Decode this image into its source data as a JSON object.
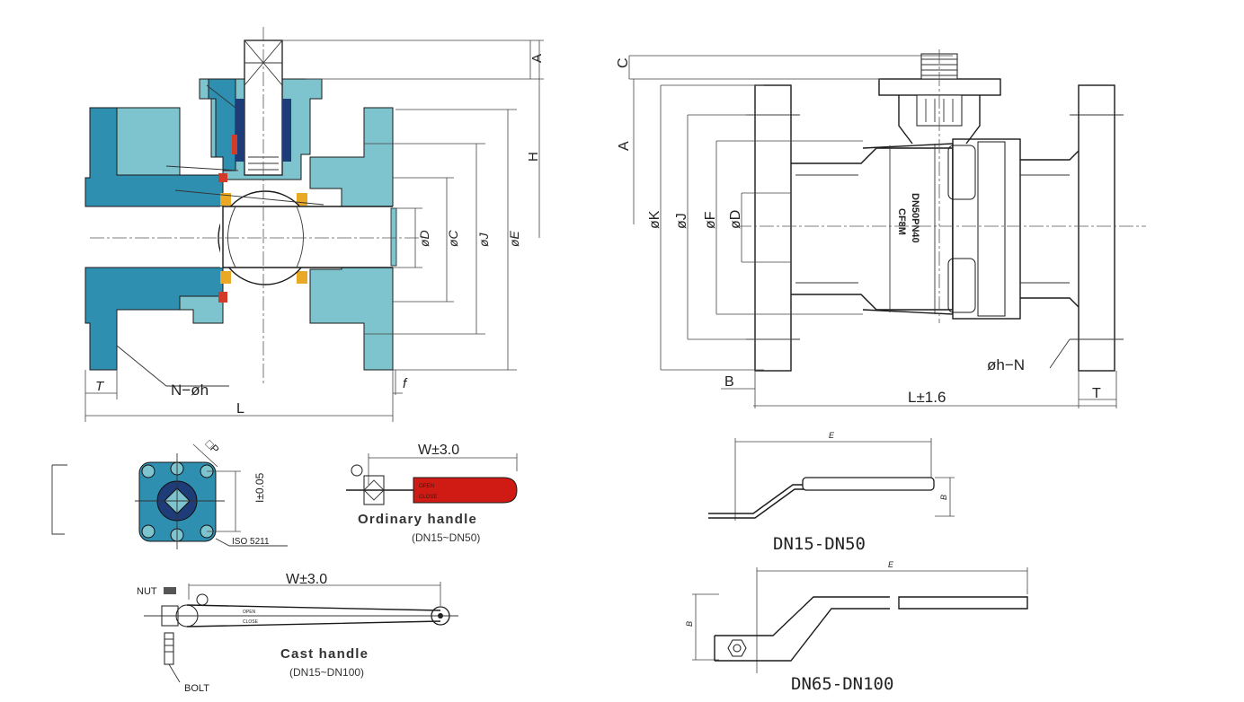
{
  "left_section": {
    "dim_A": "A",
    "dim_H": "H",
    "dim_D": "øD",
    "dim_C": "øC",
    "dim_J": "øJ",
    "dim_E": "øE",
    "dim_T": "T",
    "dim_Nh": "N−øh",
    "dim_f": "f",
    "dim_L": "L"
  },
  "iso_detail": {
    "dim_P": "□P",
    "dim_I": "I±0.05",
    "iso_label": "ISO 5211"
  },
  "ordinary_handle": {
    "dim_W": "W±3.0",
    "title": "Ordinary handle",
    "range": "(DN15~DN50)",
    "tag1": "OPEN",
    "tag2": "CLOSE"
  },
  "cast_handle": {
    "dim_W": "W±3.0",
    "nut": "NUT",
    "bolt": "BOLT",
    "title": "Cast handle",
    "range": "(DN15~DN100)",
    "tag1": "OPEN",
    "tag2": "CLOSE"
  },
  "right_section": {
    "dim_C": "C",
    "dim_A": "A",
    "dim_K": "øK",
    "dim_J": "øJ",
    "dim_F": "øF",
    "dim_D": "øD",
    "dim_B": "B",
    "dim_L": "L±1.6",
    "dim_T": "T",
    "dim_hN": "øh−N",
    "body_mark1": "DN50PN40",
    "body_mark2": "CF8M"
  },
  "small_handle": {
    "dim_E": "E",
    "dim_B": "B",
    "range": "DN15-DN50"
  },
  "large_handle": {
    "dim_E": "E",
    "dim_B": "B",
    "range": "DN65-DN100"
  },
  "colors": {
    "body_teal": "#2e8fb0",
    "flange_light": "#7ec4cf",
    "seat_yellow": "#e9a825",
    "seal_red": "#d13b2a",
    "handle_red": "#cf1b14"
  }
}
